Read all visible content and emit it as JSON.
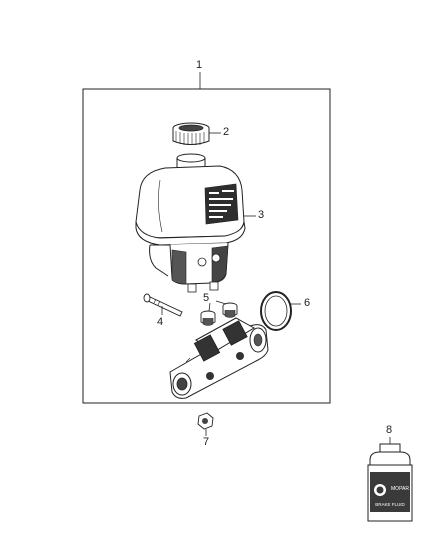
{
  "callouts": {
    "c1": "1",
    "c2": "2",
    "c3": "3",
    "c4": "4",
    "c5": "5",
    "c6": "6",
    "c7": "7",
    "c8": "8"
  },
  "bottle_text": {
    "brand": "MOPAR",
    "product": "BRAKE FLUID"
  },
  "colors": {
    "line": "#222222",
    "fill": "#ffffff",
    "shade": "#3a3a3a"
  }
}
